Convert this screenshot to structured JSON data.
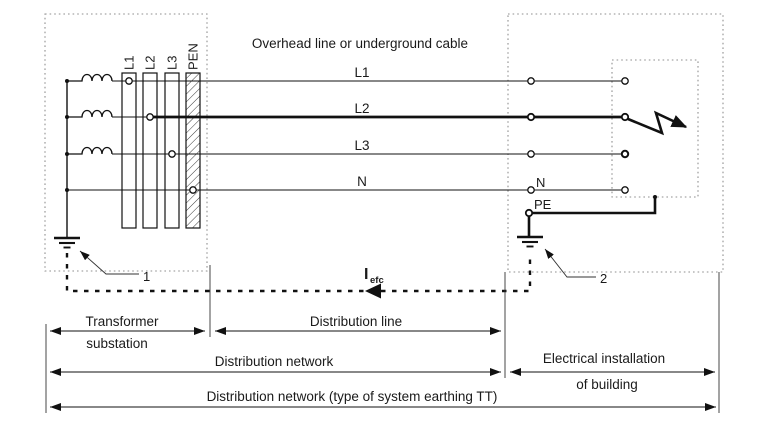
{
  "colors": {
    "background": "#ffffff",
    "line": "#111111",
    "dotted_box": "#8f8f8f",
    "text": "#1a1a1a"
  },
  "top": {
    "cable_label": "Overhead line or underground cable"
  },
  "busbars": {
    "labels": [
      "L1",
      "L2",
      "L3",
      "PEN"
    ]
  },
  "conductors": {
    "l1": "L1",
    "l2": "L2",
    "l3": "L3",
    "n": "N"
  },
  "building": {
    "n_label": "N",
    "pe_label": "PE"
  },
  "fault_current": {
    "symbol": "I",
    "subscript": "efc"
  },
  "earthing": {
    "marker1": "1",
    "marker2": "2"
  },
  "dimensions": {
    "transformer_line1": "Transformer",
    "transformer_line2": "substation",
    "distribution_line": "Distribution line",
    "distribution_network": "Distribution network",
    "installation_line1": "Electrical installation",
    "installation_line2": "of building",
    "overall": "Distribution network (type of system earthing TT)"
  }
}
